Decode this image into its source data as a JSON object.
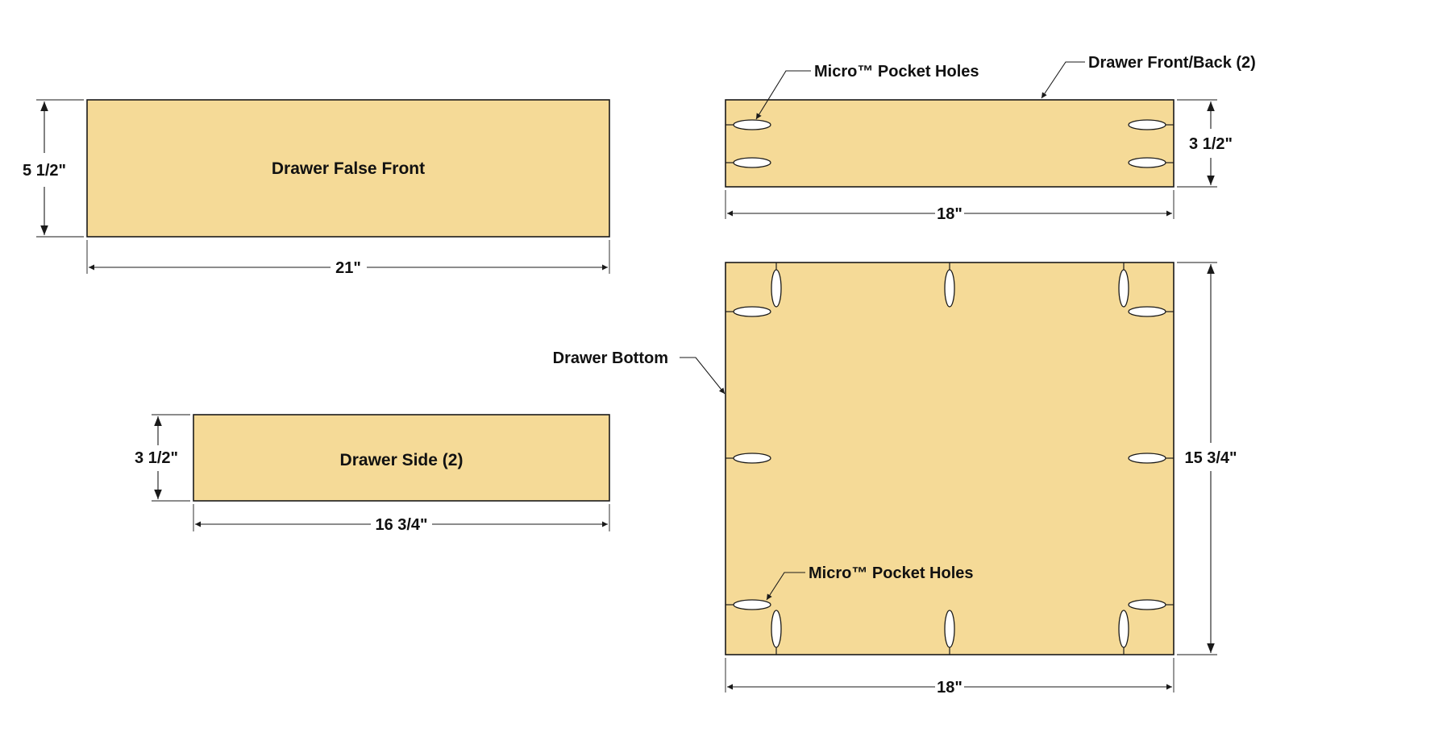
{
  "parts": {
    "false_front": {
      "label": "Drawer False Front",
      "width": "21\"",
      "height": "5 1/2\""
    },
    "side": {
      "label": "Drawer Side (2)",
      "width": "16 3/4\"",
      "height": "3 1/2\""
    },
    "front_back": {
      "label": "Drawer Front/Back (2)",
      "width": "18\"",
      "height": "3 1/2\""
    },
    "bottom": {
      "label": "Drawer Bottom",
      "width": "18\"",
      "height": "15 3/4\""
    }
  },
  "callouts": {
    "pocket_holes_top": "Micro™ Pocket Holes",
    "pocket_holes_bottom": "Micro™ Pocket Holes"
  },
  "colors": {
    "board": "#f5da97",
    "outline": "#1a1a1a"
  }
}
